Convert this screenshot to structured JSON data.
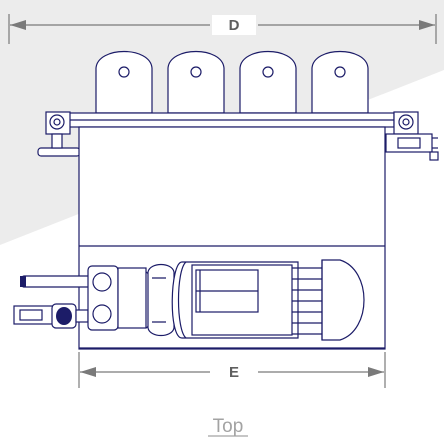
{
  "dimensions": {
    "width_label": "D",
    "length_label": "E"
  },
  "view": {
    "label": "Top"
  },
  "colors": {
    "line": "#1c1c68",
    "dimension": "#7a7a7a",
    "background_band": "#ececec",
    "view_label": "#a3a3a3"
  }
}
